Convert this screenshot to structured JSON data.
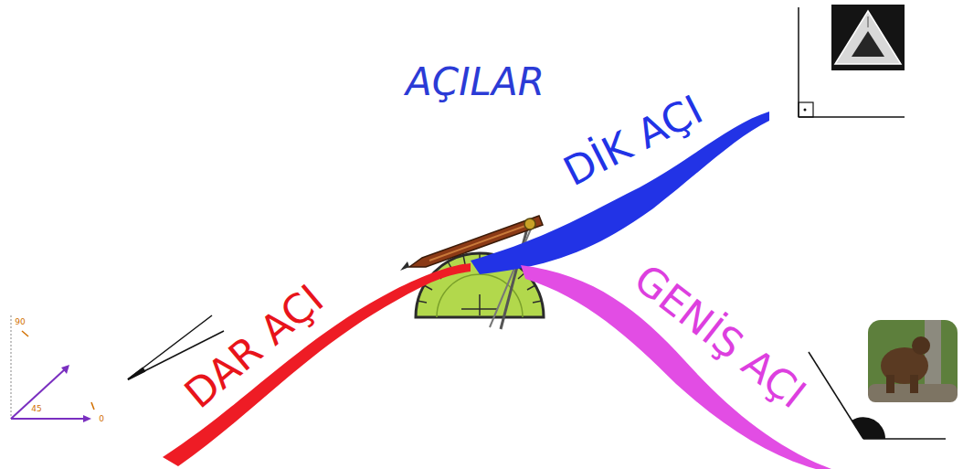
{
  "diagram": {
    "title": "AÇILAR",
    "nodes": [
      {
        "text": [
          "DAR AÇI"
        ]
      },
      {
        "text": [
          "DİK AÇI"
        ]
      },
      {
        "text": [
          "GENİŞ AÇI"
        ]
      }
    ],
    "labels": [
      "90",
      "45",
      "0"
    ]
  }
}
